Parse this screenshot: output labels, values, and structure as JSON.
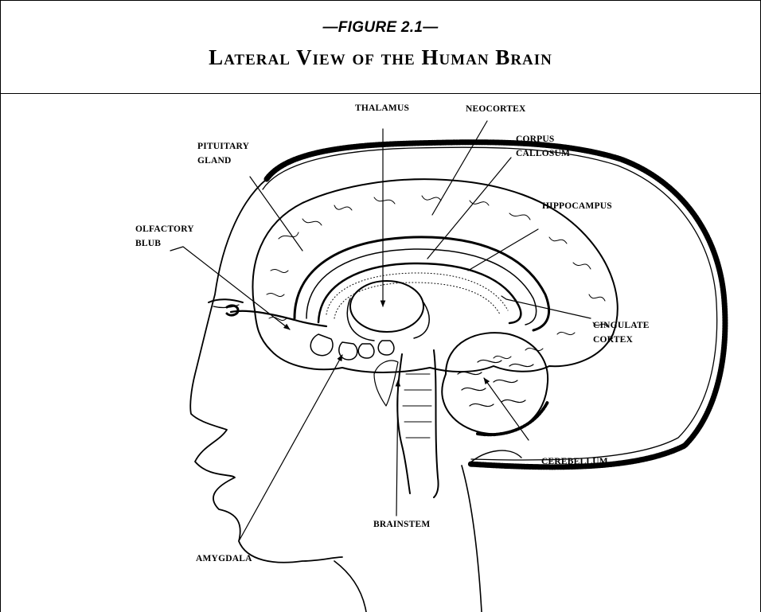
{
  "figure": {
    "number": "—FIGURE 2.1—",
    "title": "Lateral View of the Human Brain"
  },
  "labels": {
    "thalamus": "THALAMUS",
    "neocortex": "NEOCORTEX",
    "corpus_callosum": [
      "CORPUS",
      "CALLOSUM"
    ],
    "pituitary_gland": [
      "PITUITARY",
      "GLAND"
    ],
    "hippocampus": "HIPPOCAMPUS",
    "olfactory_bulb": [
      "OLFACTORY",
      "BLUB"
    ],
    "cingulate_cortex": [
      "CINGULATE",
      "CORTEX"
    ],
    "cerebellum": "CEREBELLUM",
    "brainstem": "BRAINSTEM",
    "amygdala": "AMYGDALA"
  },
  "colors": {
    "ink": "#000000",
    "paper": "#ffffff"
  }
}
